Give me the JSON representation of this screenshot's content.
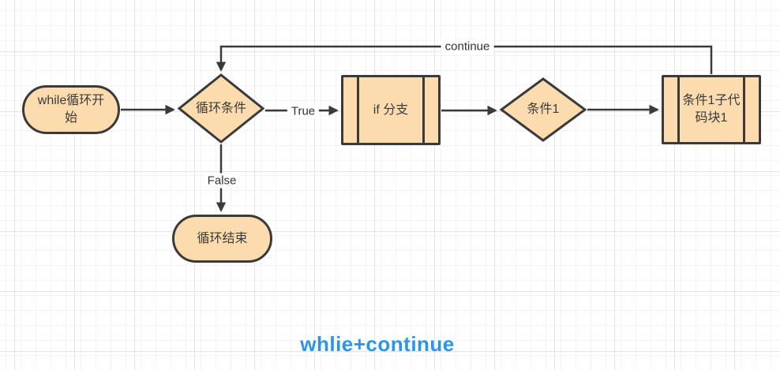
{
  "title": {
    "text": "whlie+continue"
  },
  "nodes": {
    "start": {
      "label": "while循环开始",
      "shape": "stadium"
    },
    "loop_condition": {
      "label": "循环条件",
      "shape": "diamond"
    },
    "if_branch": {
      "label": "if 分支",
      "shape": "subprocess"
    },
    "condition1": {
      "label": "条件1",
      "shape": "diamond"
    },
    "condition1_block": {
      "label": "条件1子代码块1",
      "shape": "subprocess"
    },
    "loop_end": {
      "label": "循环结束",
      "shape": "stadium"
    }
  },
  "edges": {
    "true_branch": {
      "label": "True"
    },
    "false_branch": {
      "label": "False"
    },
    "continue_branch": {
      "label": "continue"
    }
  },
  "colors": {
    "node_fill": "#fcdcae",
    "node_border": "#3a3a3a",
    "edge_line": "#3a3a3a",
    "label_text": "#333333",
    "title_text": "#2b95ec",
    "grid_minor": "#f3f3f3",
    "grid_major": "#e4e4e4",
    "canvas_background": "#ffffff"
  }
}
